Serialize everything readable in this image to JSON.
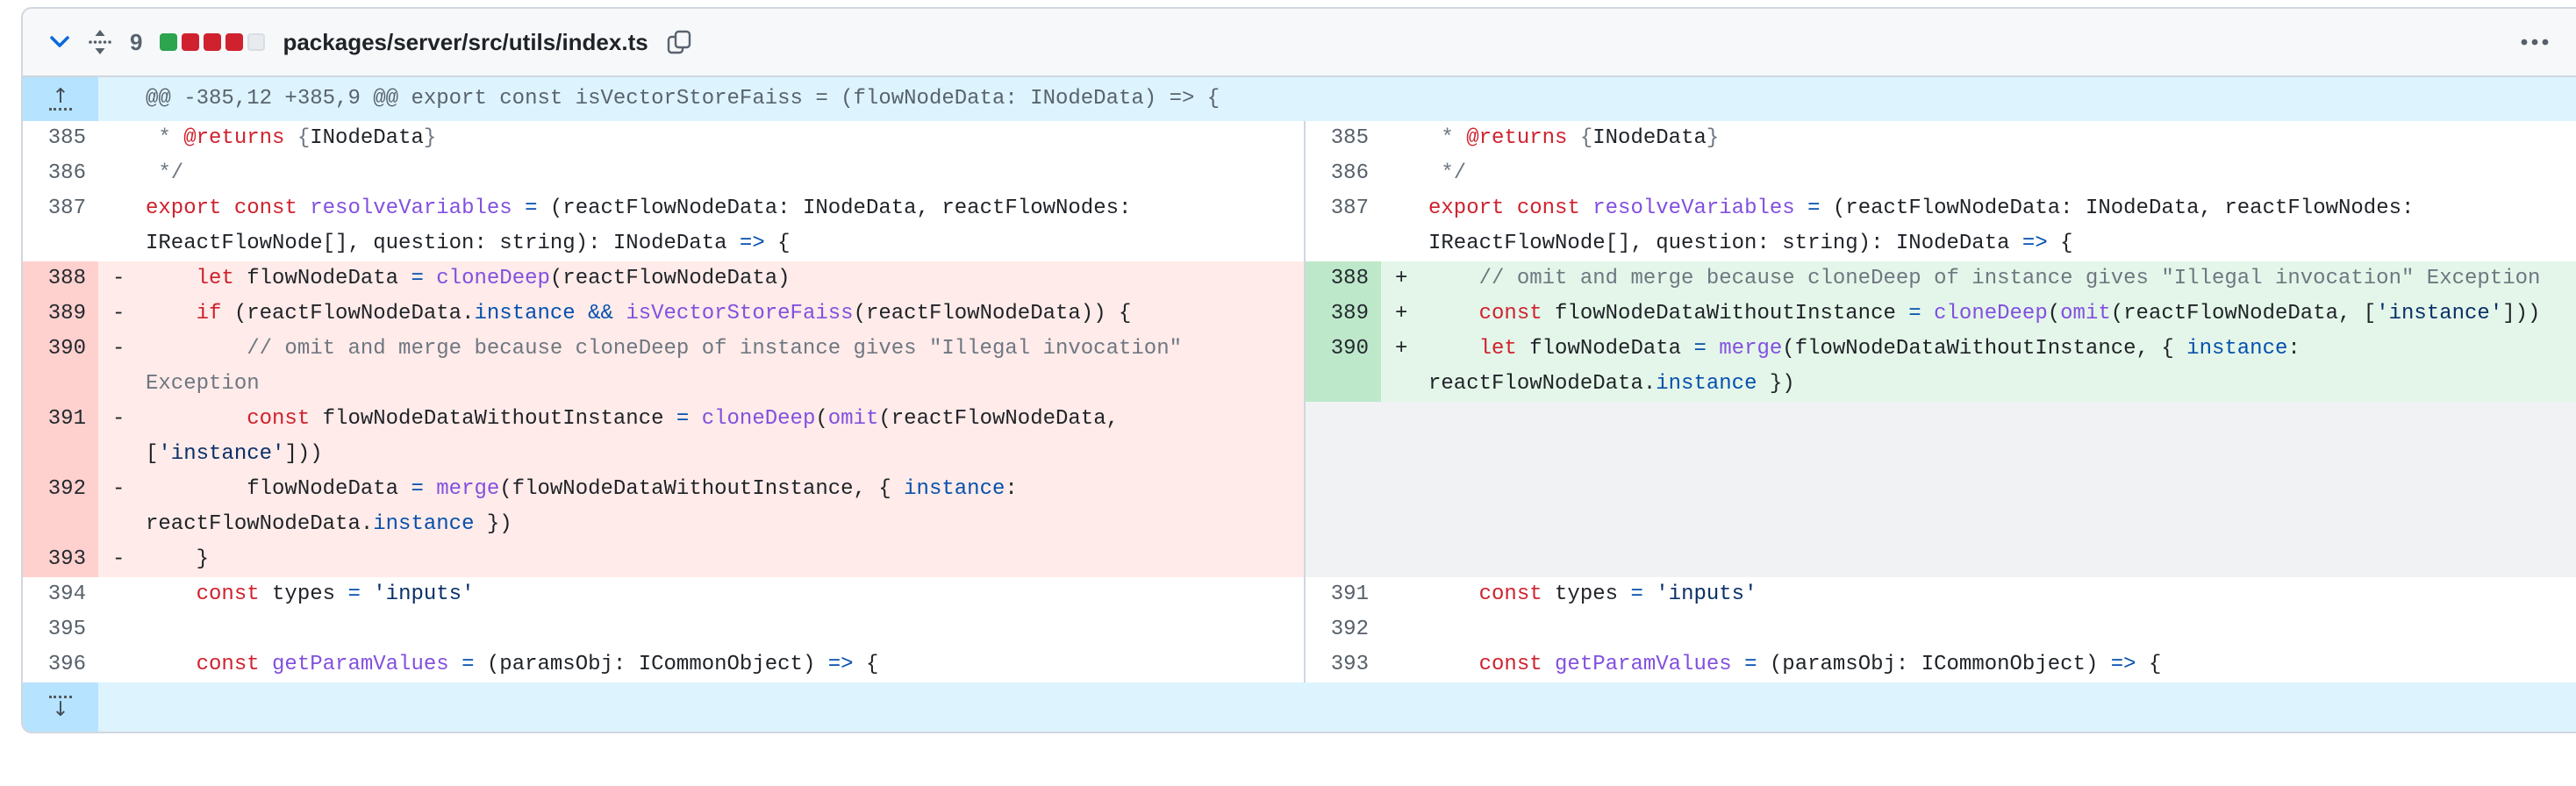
{
  "file_header": {
    "changed_lines_count": "9",
    "diffstat": [
      "addition",
      "deletion",
      "deletion",
      "deletion",
      "neutral"
    ],
    "file_path": "packages/server/src/utils/index.ts"
  },
  "hunk": {
    "header_text": "@@ -385,12 +385,9 @@ export const isVectorStoreFaiss = (flowNodeData: INodeData) => {"
  },
  "colors": {
    "accent_blue": "#0969da",
    "addition_green": "#2da44e",
    "deletion_red": "#cf222e",
    "deletion_line_bg": "#ffebe9",
    "deletion_num_bg": "#ffd1ce",
    "addition_line_bg": "#e4f6e9",
    "addition_num_bg": "#bee8ca",
    "hunk_bg": "#ddf4ff",
    "hunk_button_bg": "#b6e3ff",
    "border": "#d0d7de",
    "header_bg": "#f6f8fa"
  },
  "syntax_colors": {
    "p": "#1f2328",
    "r": "#cf222e",
    "u": "#8250df",
    "b": "#0550ae",
    "s": "#0a3069",
    "g": "#6e7781"
  },
  "diff": {
    "rows": [
      {
        "left": {
          "num": "385",
          "type": "ctx",
          "seg": [
            [
              "g",
              " * "
            ],
            [
              "r",
              "@returns"
            ],
            [
              "p",
              " "
            ],
            [
              "g",
              "{"
            ],
            [
              "p",
              "INodeData"
            ],
            [
              "g",
              "}"
            ]
          ]
        },
        "right": {
          "num": "385",
          "type": "ctx",
          "seg": [
            [
              "g",
              " * "
            ],
            [
              "r",
              "@returns"
            ],
            [
              "p",
              " "
            ],
            [
              "g",
              "{"
            ],
            [
              "p",
              "INodeData"
            ],
            [
              "g",
              "}"
            ]
          ]
        }
      },
      {
        "left": {
          "num": "386",
          "type": "ctx",
          "seg": [
            [
              "g",
              " */"
            ]
          ]
        },
        "right": {
          "num": "386",
          "type": "ctx",
          "seg": [
            [
              "g",
              " */"
            ]
          ]
        }
      },
      {
        "left": {
          "num": "387",
          "type": "ctx",
          "seg": [
            [
              "r",
              "export"
            ],
            [
              "p",
              " "
            ],
            [
              "r",
              "const"
            ],
            [
              "p",
              " "
            ],
            [
              "u",
              "resolveVariables"
            ],
            [
              "p",
              " "
            ],
            [
              "b",
              "="
            ],
            [
              "p",
              " (reactFlowNodeData: INodeData, reactFlowNodes:"
            ]
          ]
        },
        "right": {
          "num": "387",
          "type": "ctx",
          "seg": [
            [
              "r",
              "export"
            ],
            [
              "p",
              " "
            ],
            [
              "r",
              "const"
            ],
            [
              "p",
              " "
            ],
            [
              "u",
              "resolveVariables"
            ],
            [
              "p",
              " "
            ],
            [
              "b",
              "="
            ],
            [
              "p",
              " (reactFlowNodeData: INodeData, reactFlowNodes:"
            ]
          ]
        }
      },
      {
        "left": {
          "num": "",
          "type": "ctx",
          "seg": [
            [
              "p",
              "IReactFlowNode[], question: string): INodeData "
            ],
            [
              "b",
              "=>"
            ],
            [
              "p",
              " {"
            ]
          ]
        },
        "right": {
          "num": "",
          "type": "ctx",
          "seg": [
            [
              "p",
              "IReactFlowNode[], question: string): INodeData "
            ],
            [
              "b",
              "=>"
            ],
            [
              "p",
              " {"
            ]
          ]
        }
      },
      {
        "left": {
          "num": "388",
          "mark": "-",
          "type": "del",
          "seg": [
            [
              "p",
              "    "
            ],
            [
              "r",
              "let"
            ],
            [
              "p",
              " flowNodeData "
            ],
            [
              "b",
              "="
            ],
            [
              "p",
              " "
            ],
            [
              "u",
              "cloneDeep"
            ],
            [
              "p",
              "(reactFlowNodeData)"
            ]
          ]
        },
        "right": {
          "num": "388",
          "mark": "+",
          "type": "add",
          "seg": [
            [
              "g",
              "    // omit and merge because cloneDeep of instance gives \"Illegal invocation\" Exception"
            ]
          ]
        }
      },
      {
        "left": {
          "num": "389",
          "mark": "-",
          "type": "del",
          "seg": [
            [
              "p",
              "    "
            ],
            [
              "r",
              "if"
            ],
            [
              "p",
              " (reactFlowNodeData."
            ],
            [
              "b",
              "instance"
            ],
            [
              "p",
              " "
            ],
            [
              "b",
              "&&"
            ],
            [
              "p",
              " "
            ],
            [
              "u",
              "isVectorStoreFaiss"
            ],
            [
              "p",
              "(reactFlowNodeData)) {"
            ]
          ]
        },
        "right": {
          "num": "389",
          "mark": "+",
          "type": "add",
          "seg": [
            [
              "p",
              "    "
            ],
            [
              "r",
              "const"
            ],
            [
              "p",
              " flowNodeDataWithoutInstance "
            ],
            [
              "b",
              "="
            ],
            [
              "p",
              " "
            ],
            [
              "u",
              "cloneDeep"
            ],
            [
              "p",
              "("
            ],
            [
              "u",
              "omit"
            ],
            [
              "p",
              "(reactFlowNodeData, ["
            ],
            [
              "s",
              "'instance'"
            ],
            [
              "p",
              "]))"
            ]
          ]
        }
      },
      {
        "left": {
          "num": "390",
          "mark": "-",
          "type": "del",
          "seg": [
            [
              "g",
              "        // omit and merge because cloneDeep of instance gives \"Illegal invocation\""
            ]
          ]
        },
        "right": {
          "num": "390",
          "mark": "+",
          "type": "add",
          "seg": [
            [
              "p",
              "    "
            ],
            [
              "r",
              "let"
            ],
            [
              "p",
              " flowNodeData "
            ],
            [
              "b",
              "="
            ],
            [
              "p",
              " "
            ],
            [
              "u",
              "merge"
            ],
            [
              "p",
              "(flowNodeDataWithoutInstance, { "
            ],
            [
              "b",
              "instance"
            ],
            [
              "p",
              ":"
            ]
          ]
        }
      },
      {
        "left": {
          "num": "",
          "type": "del",
          "seg": [
            [
              "g",
              "Exception"
            ]
          ]
        },
        "right": {
          "num": "",
          "type": "add",
          "seg": [
            [
              "p",
              "reactFlowNodeData."
            ],
            [
              "b",
              "instance"
            ],
            [
              "p",
              " })"
            ]
          ]
        }
      },
      {
        "left": {
          "num": "391",
          "mark": "-",
          "type": "del",
          "seg": [
            [
              "p",
              "        "
            ],
            [
              "r",
              "const"
            ],
            [
              "p",
              " flowNodeDataWithoutInstance "
            ],
            [
              "b",
              "="
            ],
            [
              "p",
              " "
            ],
            [
              "u",
              "cloneDeep"
            ],
            [
              "p",
              "("
            ],
            [
              "u",
              "omit"
            ],
            [
              "p",
              "(reactFlowNodeData,"
            ]
          ]
        },
        "right": {
          "num": "",
          "type": "fill",
          "seg": []
        }
      },
      {
        "left": {
          "num": "",
          "type": "del",
          "seg": [
            [
              "p",
              "["
            ],
            [
              "s",
              "'instance'"
            ],
            [
              "p",
              "]))"
            ]
          ]
        },
        "right": {
          "num": "",
          "type": "fill",
          "seg": []
        }
      },
      {
        "left": {
          "num": "392",
          "mark": "-",
          "type": "del",
          "seg": [
            [
              "p",
              "        flowNodeData "
            ],
            [
              "b",
              "="
            ],
            [
              "p",
              " "
            ],
            [
              "u",
              "merge"
            ],
            [
              "p",
              "(flowNodeDataWithoutInstance, { "
            ],
            [
              "b",
              "instance"
            ],
            [
              "p",
              ":"
            ]
          ]
        },
        "right": {
          "num": "",
          "type": "fill",
          "seg": []
        }
      },
      {
        "left": {
          "num": "",
          "type": "del",
          "seg": [
            [
              "p",
              "reactFlowNodeData."
            ],
            [
              "b",
              "instance"
            ],
            [
              "p",
              " })"
            ]
          ]
        },
        "right": {
          "num": "",
          "type": "fill",
          "seg": []
        }
      },
      {
        "left": {
          "num": "393",
          "mark": "-",
          "type": "del",
          "seg": [
            [
              "p",
              "    }"
            ]
          ]
        },
        "right": {
          "num": "",
          "type": "fill",
          "seg": []
        }
      },
      {
        "left": {
          "num": "394",
          "type": "ctx",
          "seg": [
            [
              "p",
              "    "
            ],
            [
              "r",
              "const"
            ],
            [
              "p",
              " types "
            ],
            [
              "b",
              "="
            ],
            [
              "p",
              " "
            ],
            [
              "s",
              "'inputs'"
            ]
          ]
        },
        "right": {
          "num": "391",
          "type": "ctx",
          "seg": [
            [
              "p",
              "    "
            ],
            [
              "r",
              "const"
            ],
            [
              "p",
              " types "
            ],
            [
              "b",
              "="
            ],
            [
              "p",
              " "
            ],
            [
              "s",
              "'inputs'"
            ]
          ]
        }
      },
      {
        "left": {
          "num": "395",
          "type": "ctx",
          "seg": []
        },
        "right": {
          "num": "392",
          "type": "ctx",
          "seg": []
        }
      },
      {
        "left": {
          "num": "396",
          "type": "ctx",
          "seg": [
            [
              "p",
              "    "
            ],
            [
              "r",
              "const"
            ],
            [
              "p",
              " "
            ],
            [
              "u",
              "getParamValues"
            ],
            [
              "p",
              " "
            ],
            [
              "b",
              "="
            ],
            [
              "p",
              " (paramsObj: ICommonObject) "
            ],
            [
              "b",
              "=>"
            ],
            [
              "p",
              " {"
            ]
          ]
        },
        "right": {
          "num": "393",
          "type": "ctx",
          "seg": [
            [
              "p",
              "    "
            ],
            [
              "r",
              "const"
            ],
            [
              "p",
              " "
            ],
            [
              "u",
              "getParamValues"
            ],
            [
              "p",
              " "
            ],
            [
              "b",
              "="
            ],
            [
              "p",
              " (paramsObj: ICommonObject) "
            ],
            [
              "b",
              "=>"
            ],
            [
              "p",
              " {"
            ]
          ]
        }
      }
    ]
  }
}
